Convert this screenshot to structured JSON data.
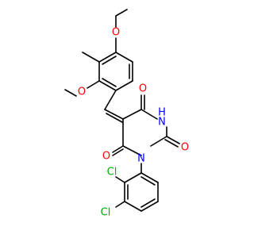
{
  "colors": {
    "carbon": "#000000",
    "oxygen": "#ff0000",
    "nitrogen": "#0000ff",
    "chlorine": "#00aa00",
    "background": "#ffffff"
  },
  "atoms": {
    "o_methoxy_top": "O",
    "o_methoxy_left": "O",
    "o_carbonyl_top": "O",
    "o_carbonyl_left": "O",
    "o_carbonyl_right": "O",
    "nh": "H",
    "n_ring_nh": "N",
    "n_ring_aryl": "N",
    "cl_top": "Cl",
    "cl_bottom": "Cl"
  }
}
